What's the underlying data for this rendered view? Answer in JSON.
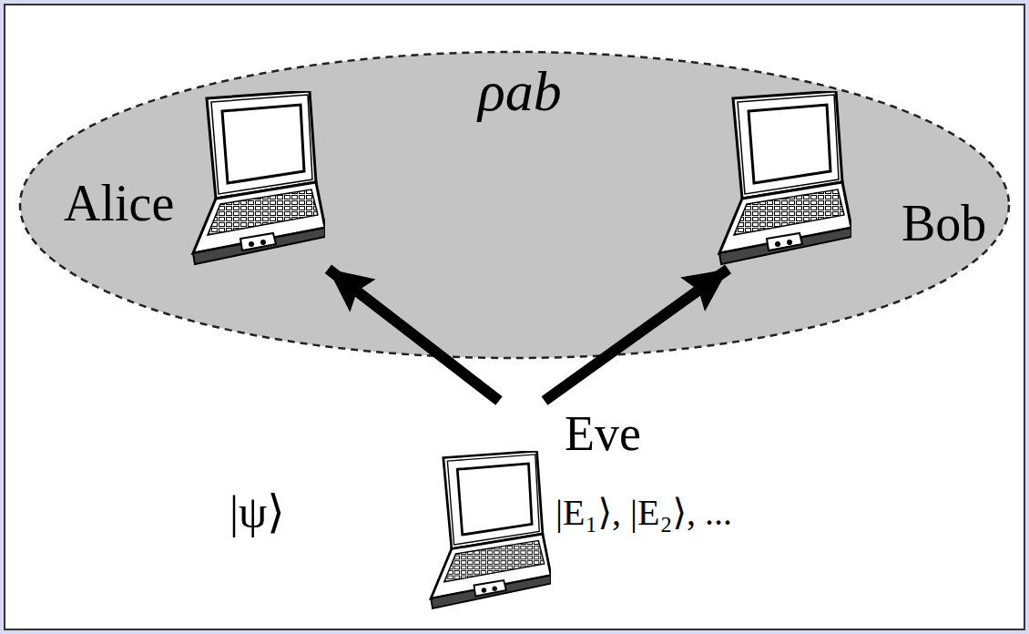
{
  "diagram": {
    "nodes": [
      {
        "text": [
          "ρab"
        ]
      },
      {
        "text": [
          "Alice"
        ],
        "in": 0
      },
      {
        "text": [
          "Bob"
        ],
        "in": 0
      },
      {
        "text": [
          "Eve",
          "|E₁⟩, |E₂⟩, ..."
        ]
      }
    ],
    "edges": [
      {
        "from": 3,
        "to": 1,
        "arrow": "to"
      },
      {
        "from": 3,
        "to": 2,
        "arrow": "to"
      }
    ],
    "labels": [
      "|ψ⟩"
    ]
  }
}
